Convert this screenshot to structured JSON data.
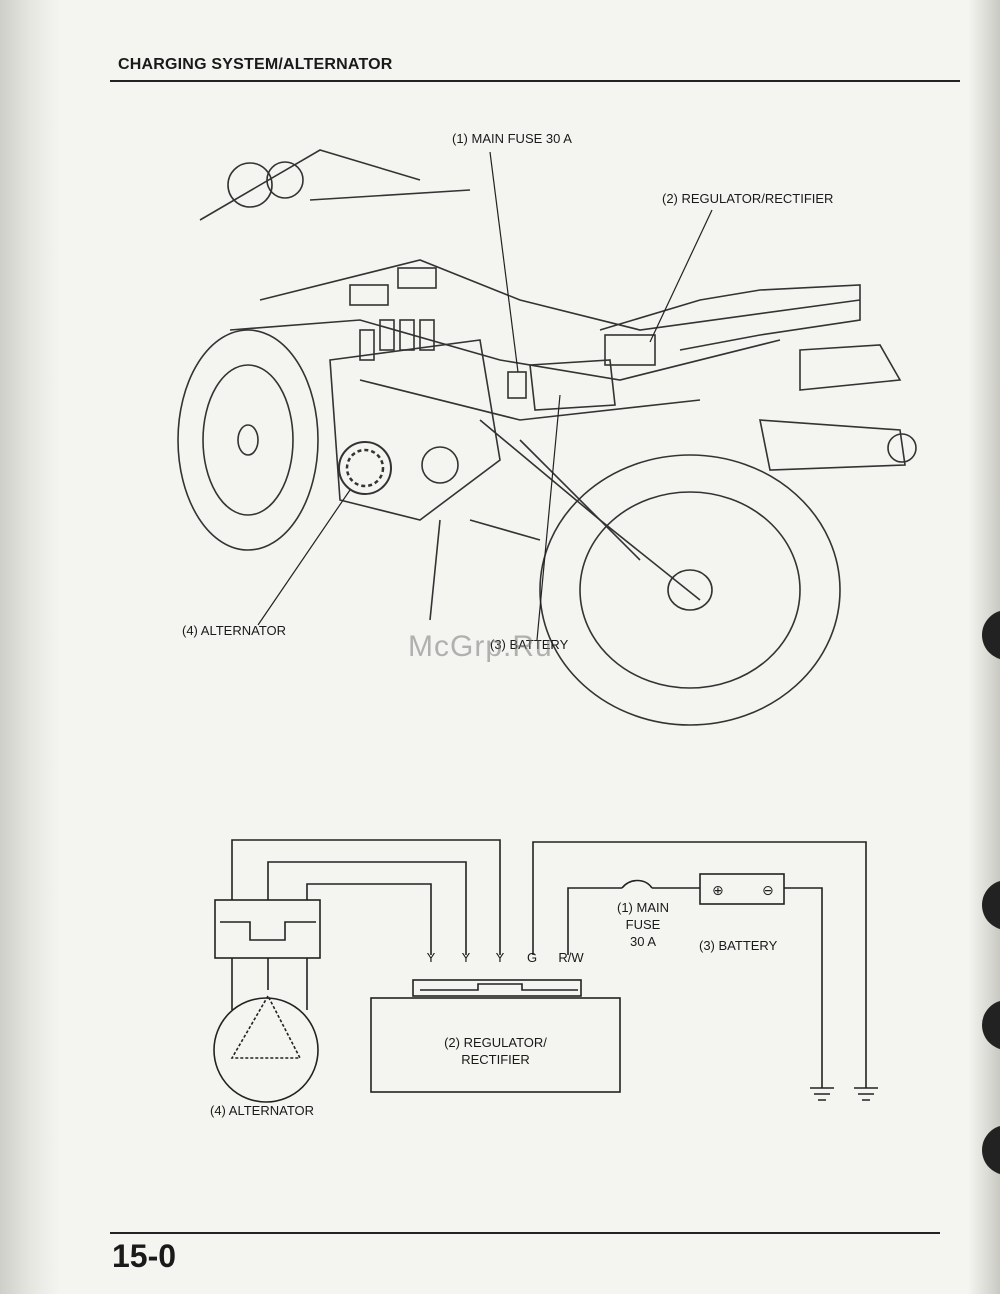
{
  "header": {
    "title": "CHARGING SYSTEM/ALTERNATOR"
  },
  "illustration": {
    "labels": {
      "main_fuse": "(1) MAIN FUSE 30 A",
      "regulator": "(2) REGULATOR/RECTIFIER",
      "battery": "(3) BATTERY",
      "alternator": "(4) ALTERNATOR"
    },
    "watermark": "McGrp.Ru"
  },
  "schematic": {
    "wires": [
      "Y",
      "Y",
      "Y",
      "G",
      "R/W"
    ],
    "fuse_lines": [
      "(1) MAIN",
      "FUSE",
      "30 A"
    ],
    "battery_label": "(3) BATTERY",
    "regulator_lines": [
      "(2) REGULATOR/",
      "RECTIFIER"
    ],
    "alternator_label": "(4) ALTERNATOR"
  },
  "footer": {
    "page_number": "15-0"
  }
}
